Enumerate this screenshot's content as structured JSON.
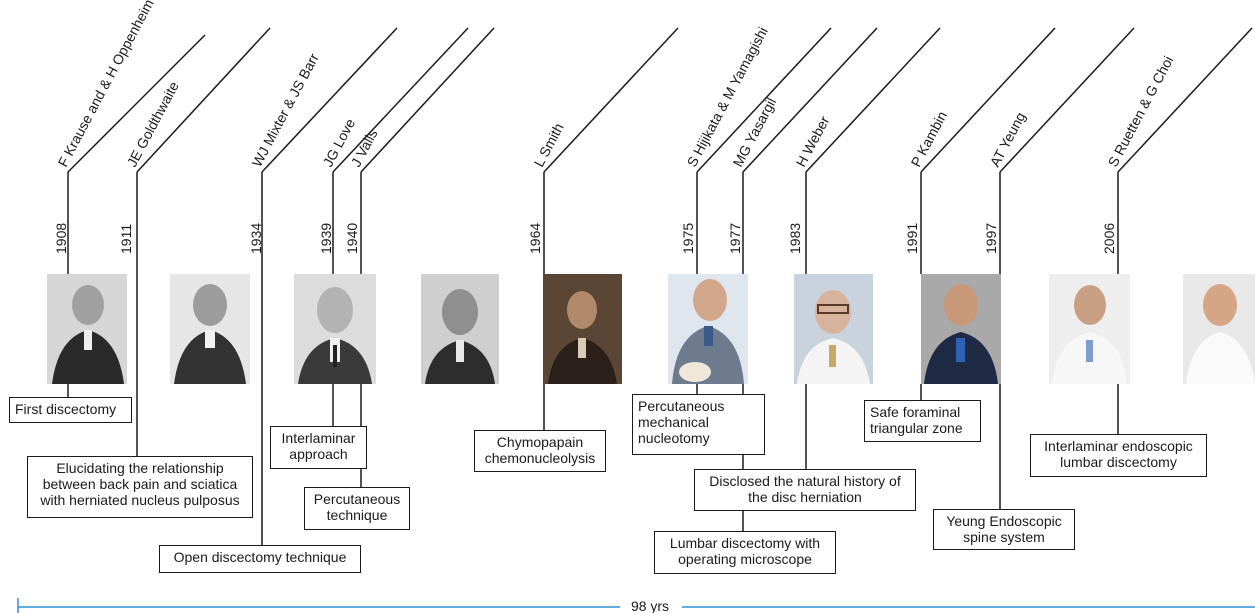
{
  "people": [
    {
      "name": "F Krause and & H Oppenheim",
      "year": "1908"
    },
    {
      "name": "JE Goldthwaite",
      "year": "1911"
    },
    {
      "name": "WJ Mixter & JS Barr",
      "year": "1934"
    },
    {
      "name": "JG Love",
      "year": "1939"
    },
    {
      "name": "J Valls",
      "year": "1940"
    },
    {
      "name": "L Smith",
      "year": "1964"
    },
    {
      "name": "S Hijikata & M Yamagishi",
      "year": "1975"
    },
    {
      "name": "MG Yasargil",
      "year": "1977"
    },
    {
      "name": "H Weber",
      "year": "1983"
    },
    {
      "name": "P Kambin",
      "year": "1991"
    },
    {
      "name": "AT Yeung",
      "year": "1997"
    },
    {
      "name": "S Ruetten & G Choi",
      "year": "2006"
    }
  ],
  "events": {
    "first_discectomy": "First discectomy",
    "goldthwaite": "Elucidating the relationship\nbetween back pain and sciatica\nwith herniated nucleus pulposus",
    "open_discectomy": "Open discectomy technique",
    "interlaminar_approach": "Interlaminar\napproach",
    "percutaneous_technique": "Percutaneous\ntechnique",
    "chymopapain": "Chymopapain\nchemonucleolysis",
    "percutaneous_mechanical": "Percutaneous\nmechanical\nnucleotomy",
    "natural_history": "Disclosed the natural history of\nthe disc herniation",
    "microscope": "Lumbar discectomy with\noperating microscope",
    "safe_zone": "Safe foraminal\ntriangular zone",
    "yeung_system": "Yeung Endoscopic\nspine system",
    "interlaminar_endoscopic": "Interlaminar endoscopic\nlumbar discectomy"
  },
  "span_label": "98 yrs",
  "colors": {
    "line": "#1a1a1a",
    "span_bar": "#2f8fd0"
  }
}
